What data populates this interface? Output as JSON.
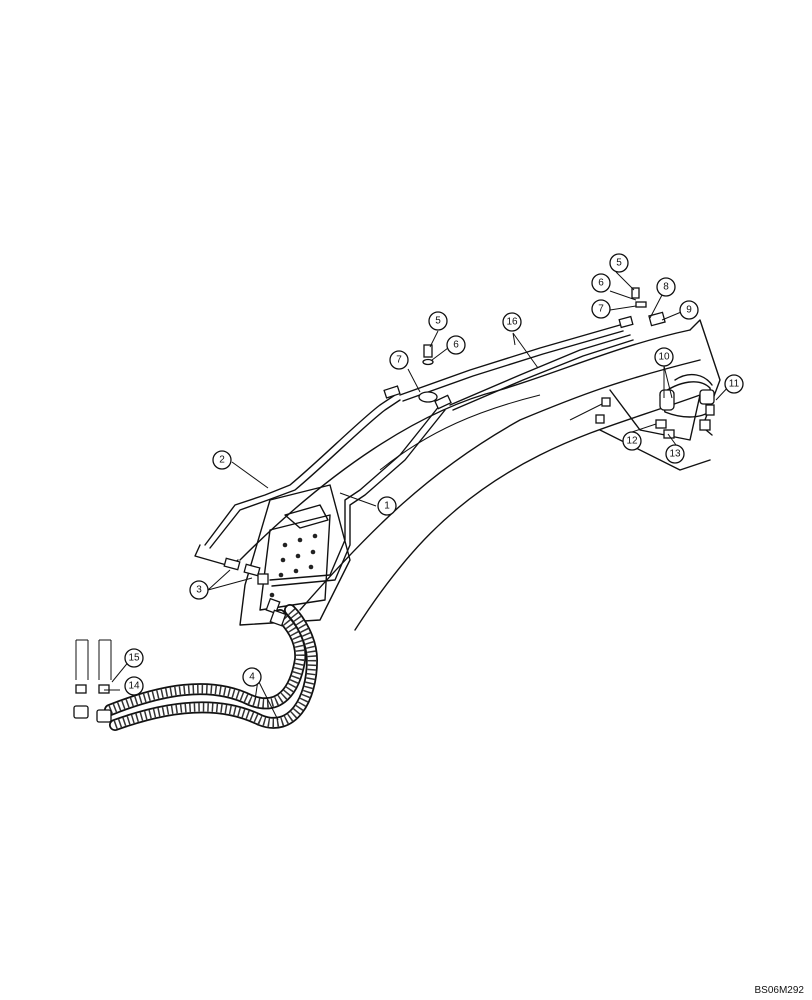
{
  "callouts": {
    "c1": "1",
    "c2": "2",
    "c3": "3",
    "c4": "4",
    "c5a": "5",
    "c5b": "5",
    "c6a": "6",
    "c6b": "6",
    "c7a": "7",
    "c7b": "7",
    "c8": "8",
    "c9": "9",
    "c10": "10",
    "c11": "11",
    "c12": "12",
    "c13": "13",
    "c14": "14",
    "c15": "15",
    "c16": "16"
  },
  "reference_code": "BS06M292"
}
